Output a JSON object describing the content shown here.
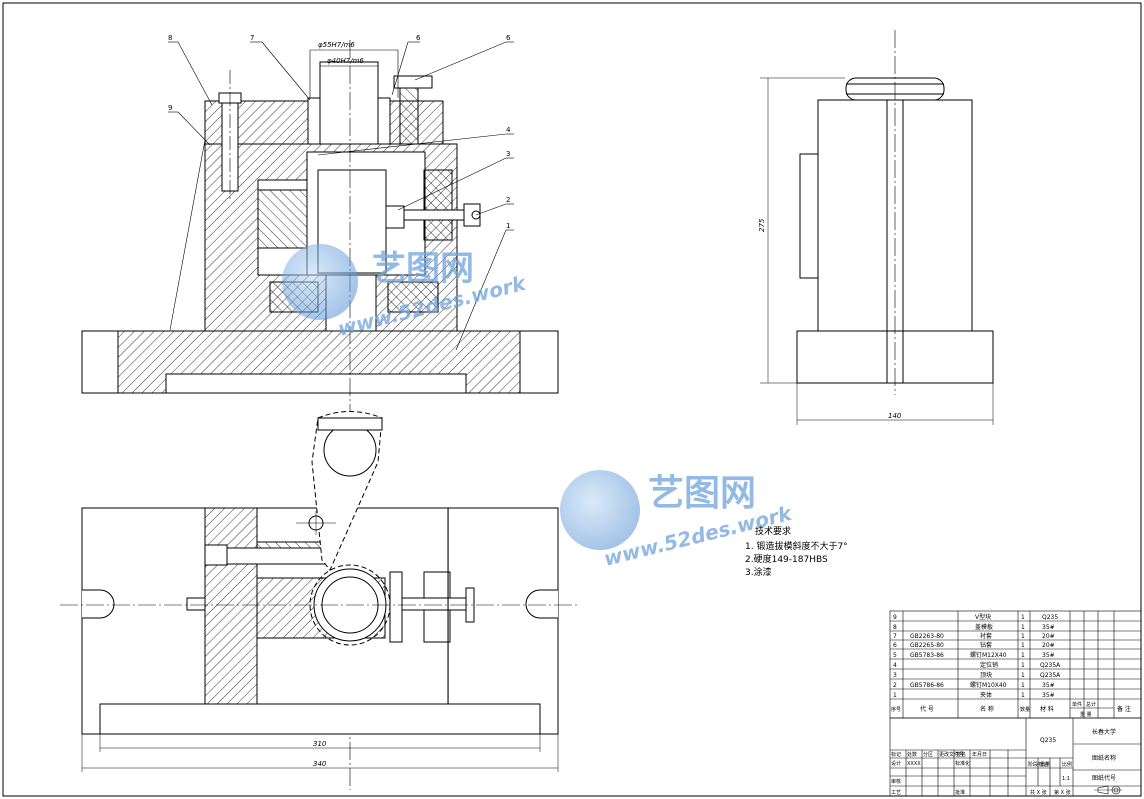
{
  "dimensions": {
    "bore_large": "φ55H7/m6",
    "bore_small": "φ40H7/m6",
    "height": "275",
    "width_side": "140",
    "base_inner": "310",
    "base_outer": "340"
  },
  "balloons": [
    "8",
    "7",
    "6",
    "6",
    "9",
    "4",
    "3",
    "2",
    "1"
  ],
  "watermark": {
    "brand": "艺图网",
    "url": "www.52des.work"
  },
  "requirements": {
    "title": "技术要求",
    "items": [
      "1. 锻造拔模斜度不大于7°",
      "2.硬度149-187HBS",
      "3.涂漆"
    ]
  },
  "bom": {
    "rows": [
      {
        "no": "9",
        "code": "",
        "name": "V型块",
        "qty": "1",
        "material": "Q235"
      },
      {
        "no": "8",
        "code": "",
        "name": "盖模板",
        "qty": "1",
        "material": "35#"
      },
      {
        "no": "7",
        "code": "GB2263-80",
        "name": "衬套",
        "qty": "1",
        "material": "20#"
      },
      {
        "no": "6",
        "code": "GB2265-80",
        "name": "钻套",
        "qty": "1",
        "material": "20#"
      },
      {
        "no": "5",
        "code": "GB5783-86",
        "name": "螺钉M12X40",
        "qty": "1",
        "material": "35#"
      },
      {
        "no": "4",
        "code": "",
        "name": "定位销",
        "qty": "1",
        "material": "Q235A"
      },
      {
        "no": "3",
        "code": "",
        "name": "顶块",
        "qty": "1",
        "material": "Q235A"
      },
      {
        "no": "2",
        "code": "GB5786-86",
        "name": "螺钉M10X40",
        "qty": "1",
        "material": "35#"
      },
      {
        "no": "1",
        "code": "",
        "name": "夹体",
        "qty": "1",
        "material": "35#"
      }
    ],
    "header": {
      "no": "序号",
      "code": "代 号",
      "name": "名 称",
      "qty": "数量",
      "material": "材 料",
      "unit_weight": "单件",
      "total_weight": "总计",
      "weight": "重 量",
      "note": "备 注"
    }
  },
  "title_block": {
    "material": "Q235",
    "university": "长春大学",
    "drawing_name": "图纸名称",
    "drawing_code": "图纸代号",
    "stage_mark": "阶段标记",
    "weight": "重量",
    "scale_label": "比例",
    "scale": "1:1",
    "sheet_total": "共 X 张",
    "sheet_no": "第 X 张",
    "mark": "标记",
    "count": "处数",
    "zone": "分区",
    "change_doc": "更改文件号",
    "signature": "签名",
    "date": "年月日",
    "design": "设计",
    "design_value": "XXXX",
    "standardize": "标准化",
    "review": "审核",
    "process": "工艺",
    "approve": "批准"
  }
}
